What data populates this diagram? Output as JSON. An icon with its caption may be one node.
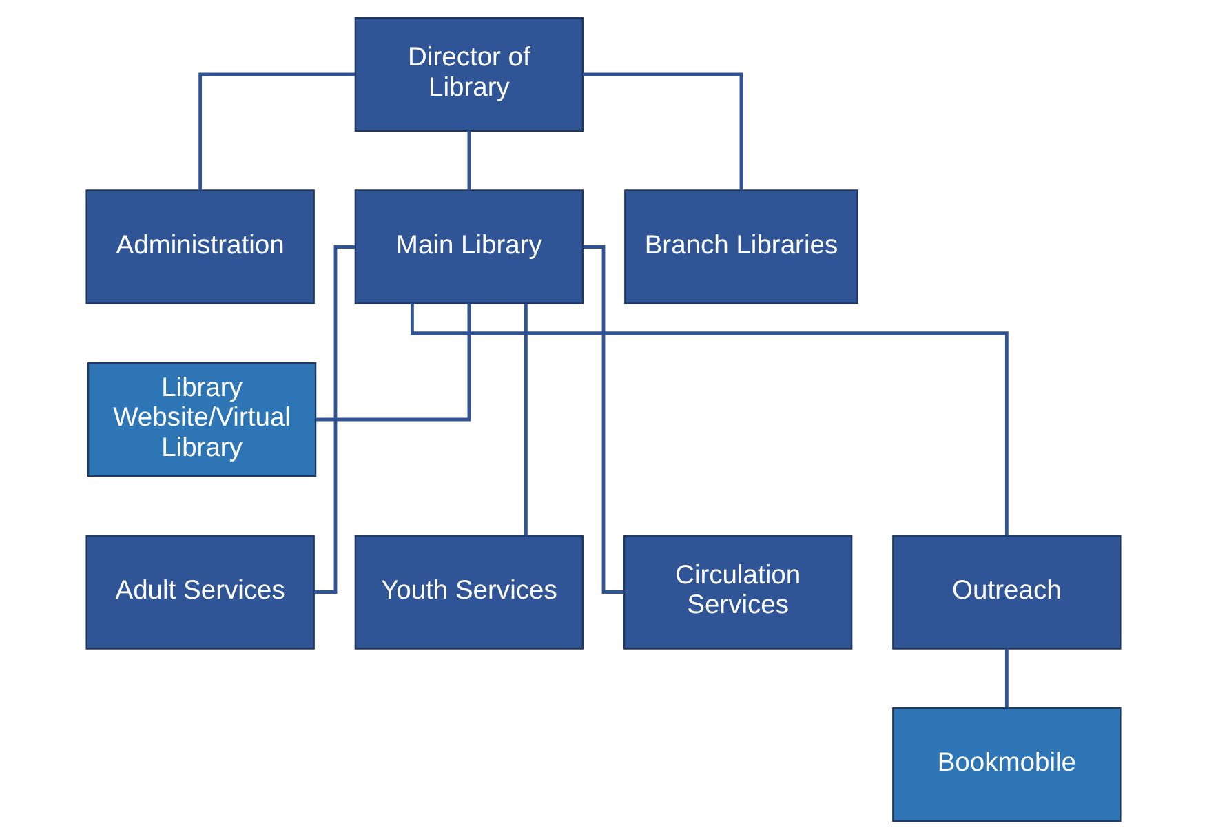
{
  "diagram": {
    "nodes": [
      {
        "text": [
          "Director of Library"
        ]
      },
      {
        "text": [
          "Administration"
        ]
      },
      {
        "text": [
          "Main Library"
        ]
      },
      {
        "text": [
          "Branch Libraries"
        ]
      },
      {
        "text": [
          "Library Website/Virtual Library"
        ]
      },
      {
        "text": [
          "Adult Services"
        ]
      },
      {
        "text": [
          "Youth Services"
        ]
      },
      {
        "text": [
          "Circulation Services"
        ]
      },
      {
        "text": [
          "Outreach"
        ]
      },
      {
        "text": [
          "Bookmobile"
        ]
      }
    ],
    "edges": [
      {
        "from": 0,
        "to": 1,
        "arrow": "none"
      },
      {
        "from": 0,
        "to": 2,
        "arrow": "none"
      },
      {
        "from": 0,
        "to": 3,
        "arrow": "none"
      },
      {
        "from": 2,
        "to": 4,
        "arrow": "none"
      },
      {
        "from": 2,
        "to": 5,
        "arrow": "none"
      },
      {
        "from": 2,
        "to": 6,
        "arrow": "none"
      },
      {
        "from": 2,
        "to": 7,
        "arrow": "none"
      },
      {
        "from": 2,
        "to": 8,
        "arrow": "none"
      },
      {
        "from": 8,
        "to": 9,
        "arrow": "none"
      }
    ]
  }
}
